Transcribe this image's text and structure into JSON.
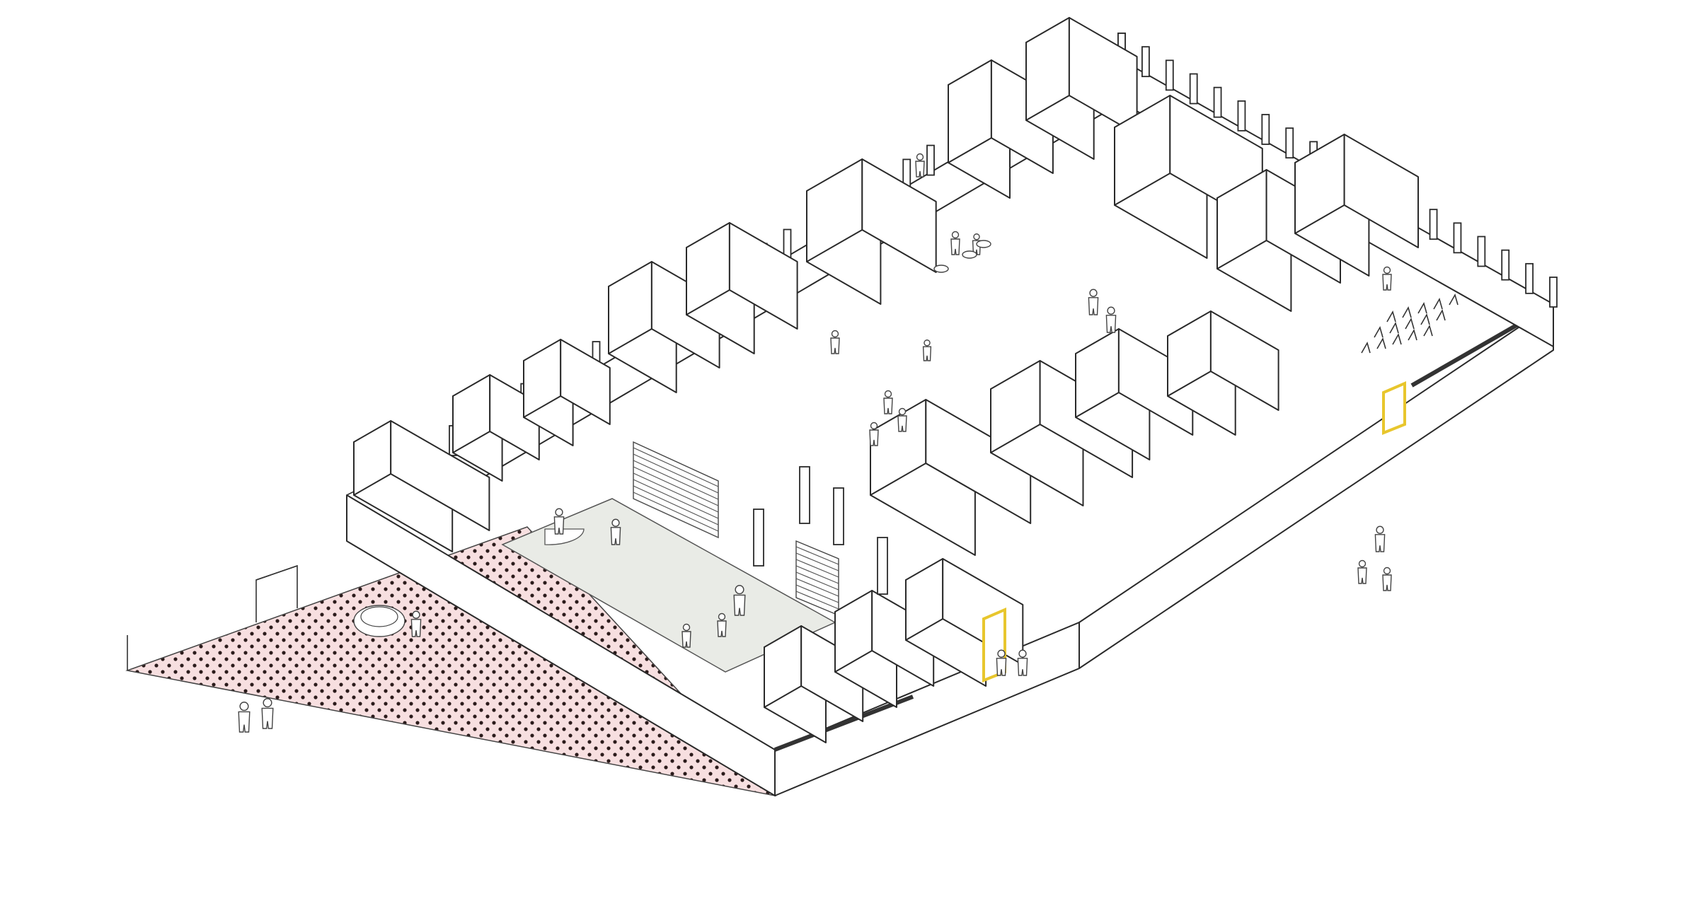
{
  "drawing": {
    "kind": "isometric-floor-plan",
    "colors": {
      "background": "#ffffff",
      "line": "#2a2a2a",
      "wall_cap": "#3a3a3a",
      "courtyard": "#e9ebe6",
      "plaza_fill": "#f7dfe0",
      "plaza_dots": "#2b1b1b",
      "door_accent": "#e8c62d"
    },
    "elements": {
      "courtyard": "central-courtyard",
      "plaza": "dotted-entrance-plaza",
      "doors": [
        "yellow-door-front",
        "yellow-door-right"
      ],
      "figure_groups": [
        "people-plaza",
        "people-courtyard",
        "people-corridor",
        "people-classroom",
        "people-outside-right"
      ]
    }
  }
}
